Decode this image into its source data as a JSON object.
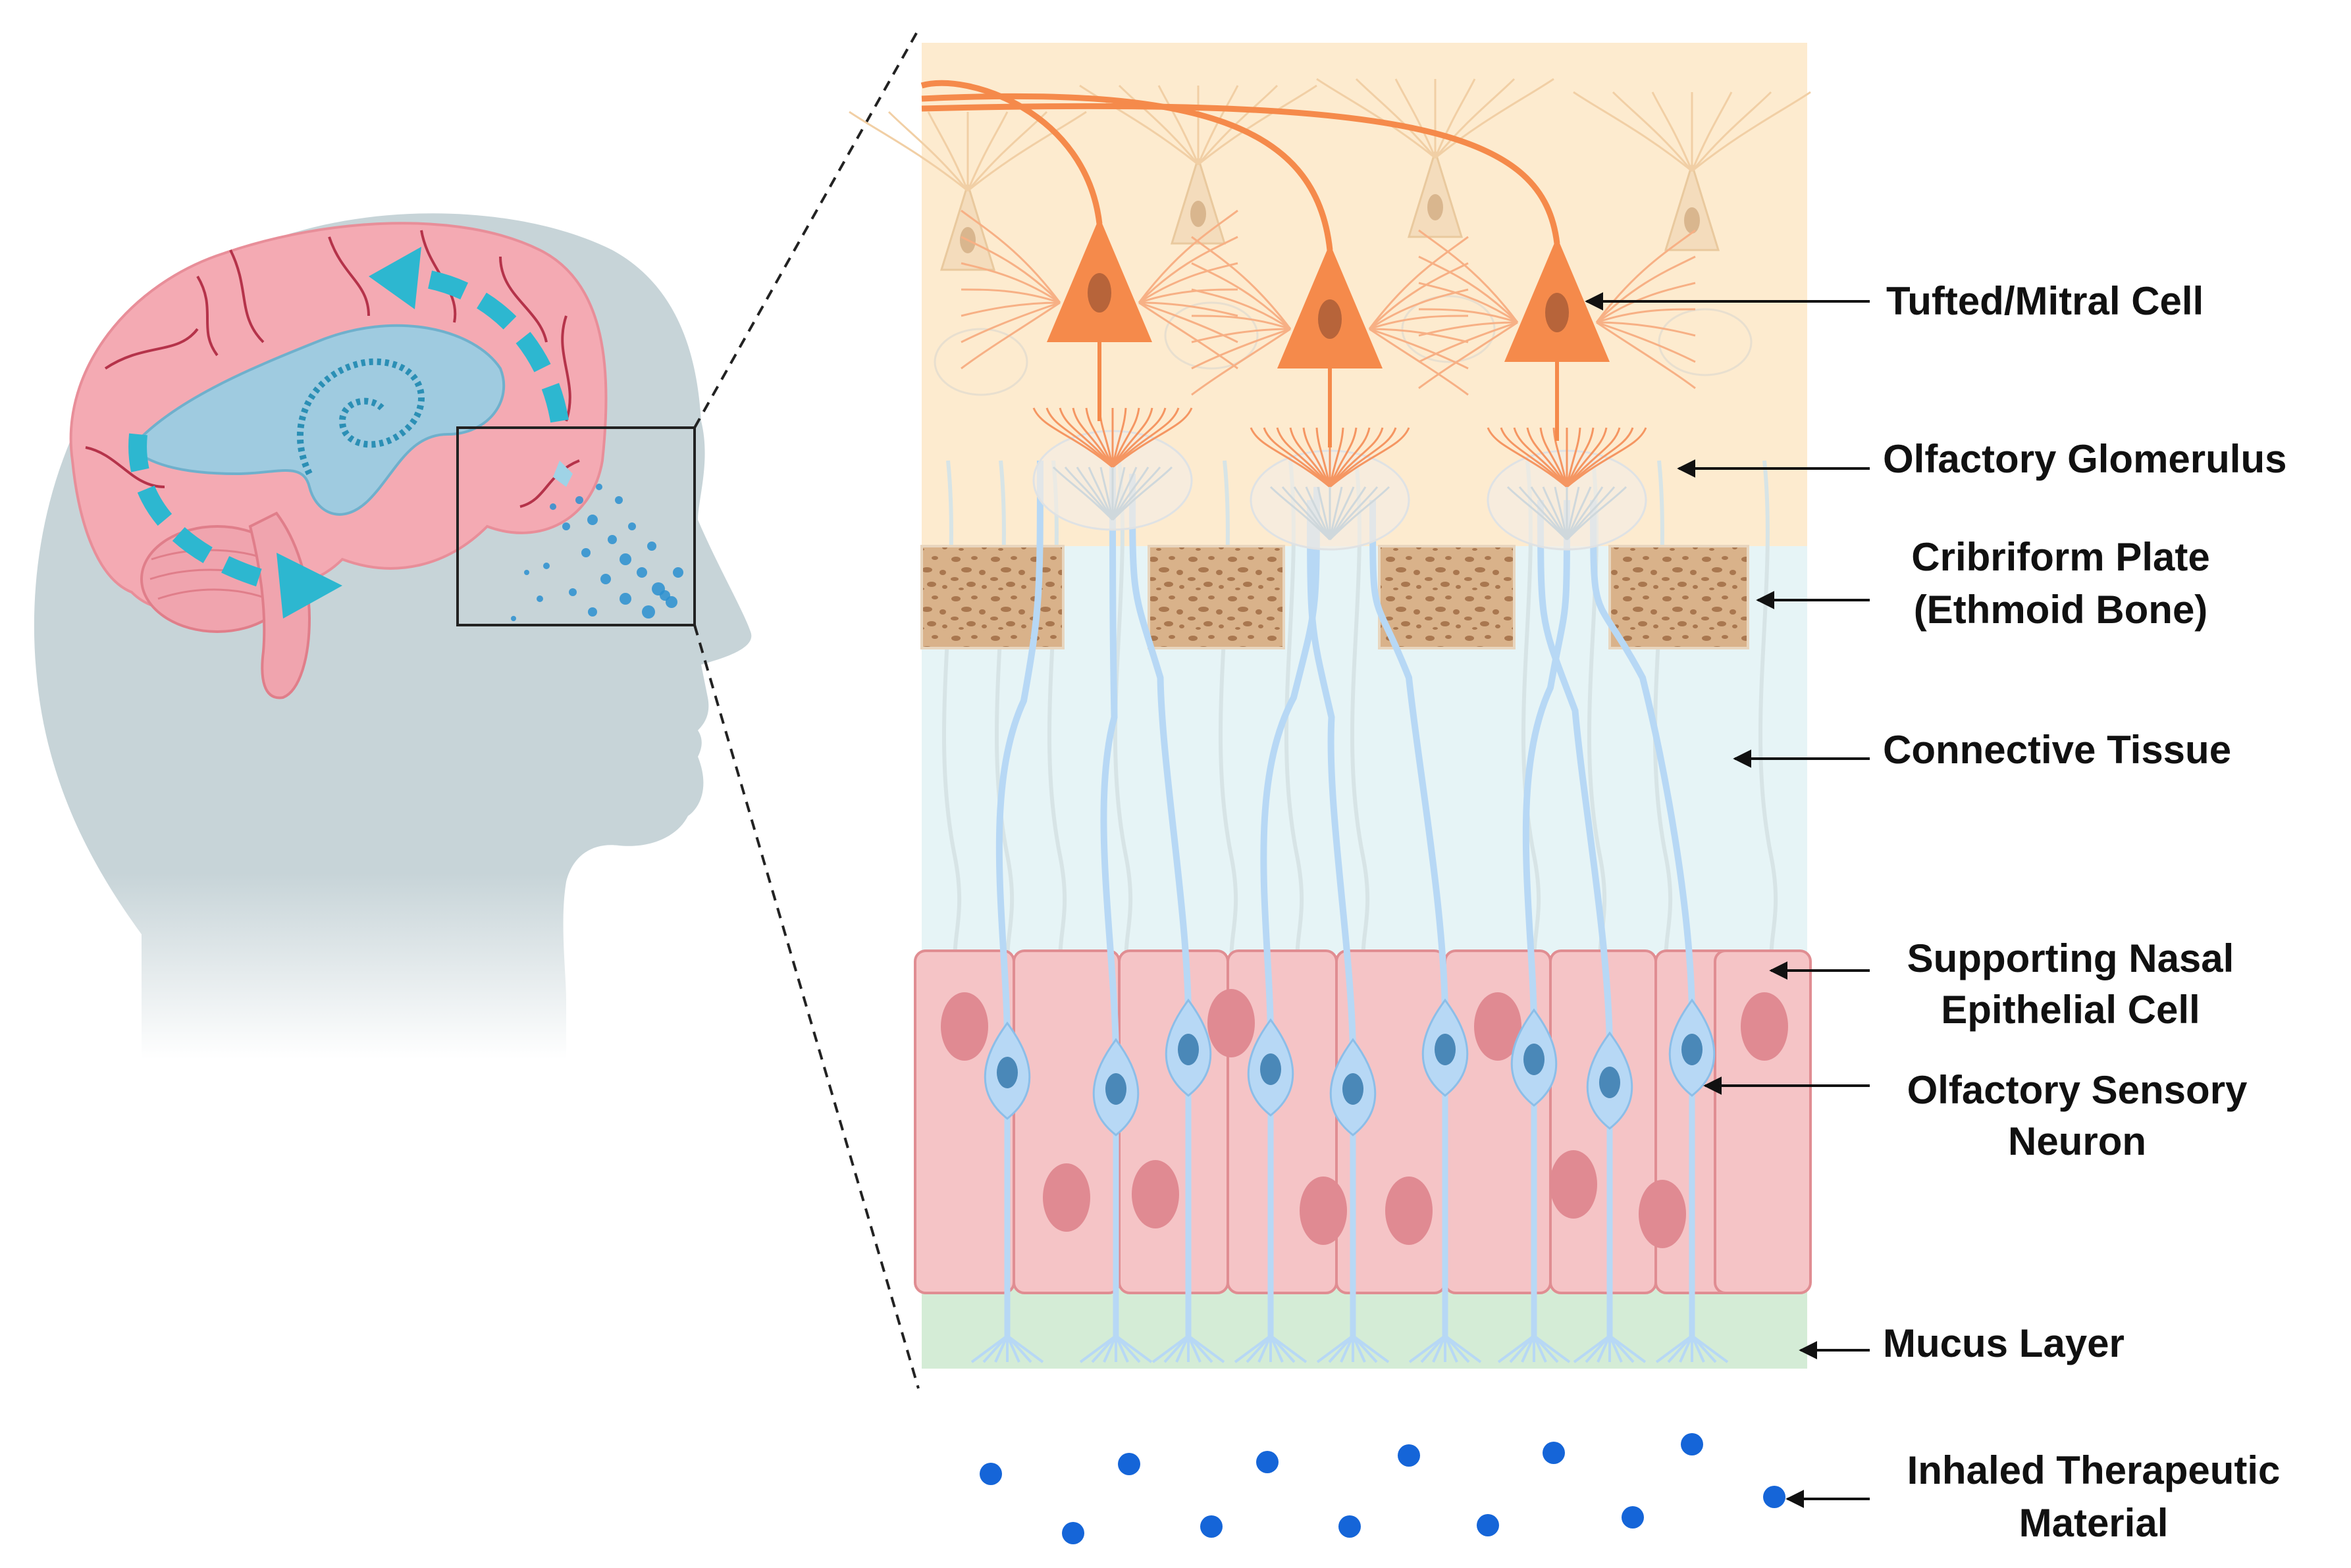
{
  "labels": {
    "tufted_mitral": "Tufted/Mitral Cell",
    "glomerulus": "Olfactory Glomerulus",
    "cribriform_line1": "Cribriform Plate",
    "cribriform_line2": "(Ethmoid Bone)",
    "connective": "Connective Tissue",
    "supporting_line1": "Supporting Nasal",
    "supporting_line2": "Epithelial Cell",
    "osn_line1": "Olfactory Sensory",
    "osn_line2": "Neuron",
    "mucus": "Mucus Layer",
    "inhaled_line1": "Inhaled Therapeutic",
    "inhaled_line2": "Material"
  },
  "colors": {
    "head": "#c7d4d8",
    "brain": "#f4aab3",
    "brain_vessels": "#b5334a",
    "ventricle": "#9fcbe0",
    "flow_arrows": "#2db7d0",
    "bulb_layer": "#fdebcf",
    "mitral_cell": "#f58a4b",
    "bone": "#d4ac84",
    "connective": "#e6f4f6",
    "epithelium": "#f5c4c6",
    "neuron": "#b7d8f5",
    "neuron_nucleus": "#4a88b8",
    "mucus": "#d4ecd6",
    "particles": "#1565d8"
  }
}
